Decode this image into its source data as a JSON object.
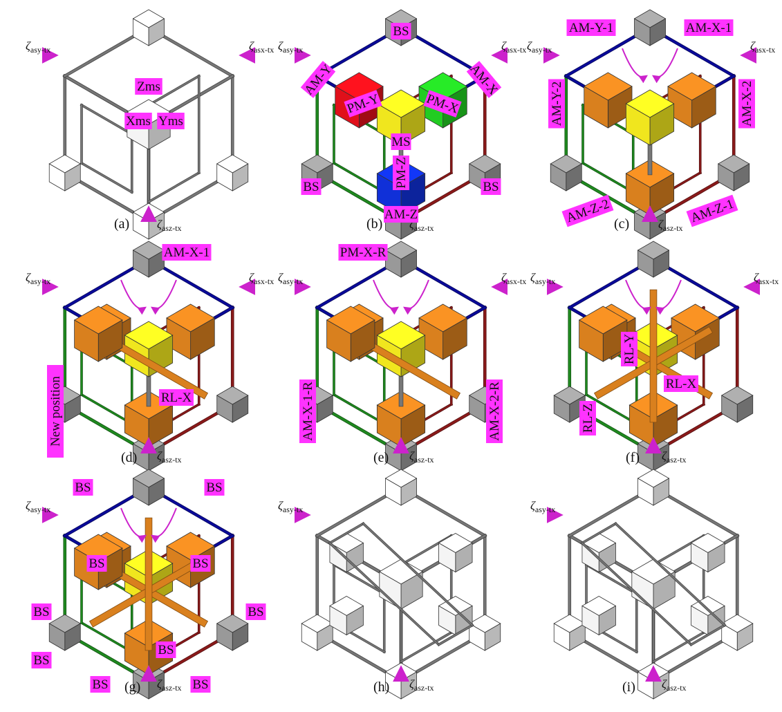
{
  "figure": {
    "panels": [
      {
        "id": "a",
        "caption": "(a)",
        "labels": [
          "Zms",
          "Xms",
          "Yms"
        ],
        "zeta": {
          "sy": "asy-tx",
          "sx": "asx-tx",
          "sz": "asz-tx"
        }
      },
      {
        "id": "b",
        "caption": "(b)",
        "labels": [
          "BS",
          "AM-Y",
          "PM-Y",
          "MS",
          "PM-X",
          "AM-X",
          "PM-Z",
          "BS",
          "BS",
          "AM-Z"
        ],
        "zeta": {
          "sy": "asy-tx",
          "sx": "asx-tx",
          "sz": "asz-tx"
        }
      },
      {
        "id": "c",
        "caption": "(c)",
        "labels": [
          "AM-Y-1",
          "AM-X-1",
          "AM-Y-2",
          "AM-X-2",
          "AM-Z-2",
          "AM-Z-1"
        ],
        "zeta": {
          "sy": "asy-tx",
          "sx": "asx-tx",
          "sz": "asz-tx"
        }
      },
      {
        "id": "d",
        "caption": "(d)",
        "labels": [
          "AM-X-1",
          "RL-X",
          "New position"
        ],
        "zeta": {
          "sy": "asy-tx",
          "sx": "asx-tx",
          "sz": "asz-tx"
        }
      },
      {
        "id": "e",
        "caption": "(e)",
        "labels": [
          "PM-X-R",
          "AM-X-1-R",
          "AM-X-2-R"
        ],
        "zeta": {
          "sy": "asy-tx",
          "sx": "asx-tx",
          "sz": "asz-tx"
        }
      },
      {
        "id": "f",
        "caption": "(f)",
        "labels": [
          "RL-Y",
          "RL-X",
          "RL-Z"
        ],
        "zeta": {
          "sy": "asy-tx",
          "sx": "asx-tx",
          "sz": "asz-tx"
        }
      },
      {
        "id": "g",
        "caption": "(g)",
        "labels": [
          "BS",
          "BS",
          "BS",
          "BS",
          "BS",
          "BS",
          "BS",
          "BS",
          "BS",
          "BS"
        ],
        "zeta": {
          "sy": "asy-tx",
          "sz": "asz-tx"
        }
      },
      {
        "id": "h",
        "caption": "(h)",
        "labels": [],
        "zeta": {
          "sy": "asy-tx",
          "sz": "asz-tx"
        }
      },
      {
        "id": "i",
        "caption": "(i)",
        "labels": [],
        "zeta": {
          "sy": "asy-tx",
          "sz": "asz-tx"
        }
      }
    ],
    "zeta_symbol": "ζ",
    "colors": {
      "tag": "#ff33ff",
      "arrow": "#cc22cc",
      "x_frame": "#8b1a1a",
      "y_frame": "#1f8a1f",
      "z_frame": "#0a0a9a",
      "gray_frame": "#777777",
      "cube_orange": "#d9801e",
      "cube_yellow": "#f0e61e",
      "cube_red": "#e0101a",
      "cube_green": "#22cc22",
      "cube_blue": "#1030d8"
    }
  }
}
